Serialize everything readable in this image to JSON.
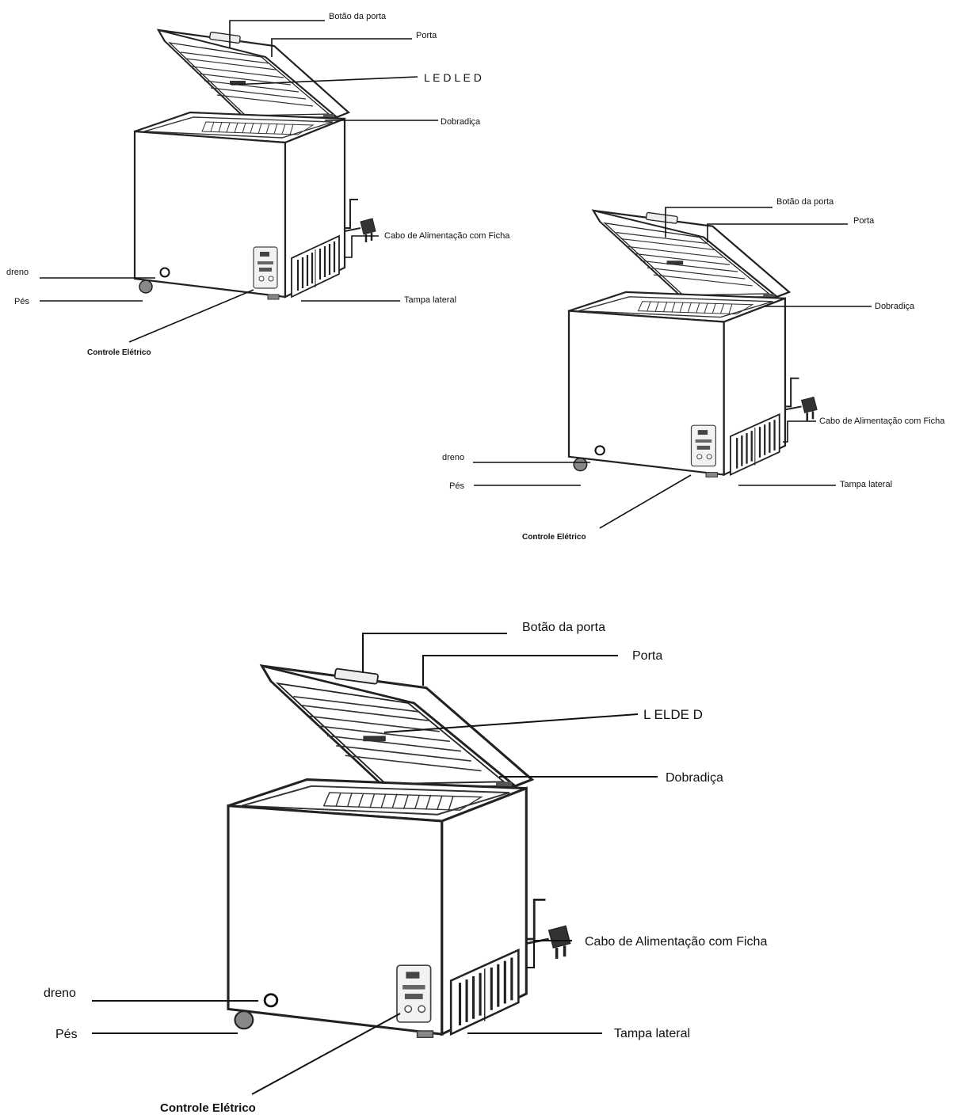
{
  "diagrams": [
    {
      "labels": {
        "botao_da_porta": "Botão da porta",
        "porta": "Porta",
        "led": "L E D L E D",
        "dobradica": "Dobradiça",
        "cabo": "Cabo de Alimentação com Ficha",
        "dreno": "dreno",
        "pes": "Pés",
        "tampa_lateral": "Tampa lateral",
        "controle": "Controle Elétrico"
      }
    },
    {
      "labels": {
        "botao_da_porta": "Botão da porta",
        "porta": "Porta",
        "dobradica": "Dobradiça",
        "cabo": "Cabo de Alimentação com Ficha",
        "dreno": "dreno",
        "pes": "Pés",
        "tampa_lateral": "Tampa lateral",
        "controle": "Controle Elétrico"
      }
    },
    {
      "labels": {
        "botao_da_porta": "Botão da porta",
        "porta": "Porta",
        "led": "L ELDE D",
        "dobradica": "Dobradiça",
        "cabo": "Cabo de Alimentação com Ficha",
        "dreno": "dreno",
        "pes": "Pés",
        "tampa_lateral": "Tampa lateral",
        "controle": "Controle Elétrico"
      }
    }
  ]
}
